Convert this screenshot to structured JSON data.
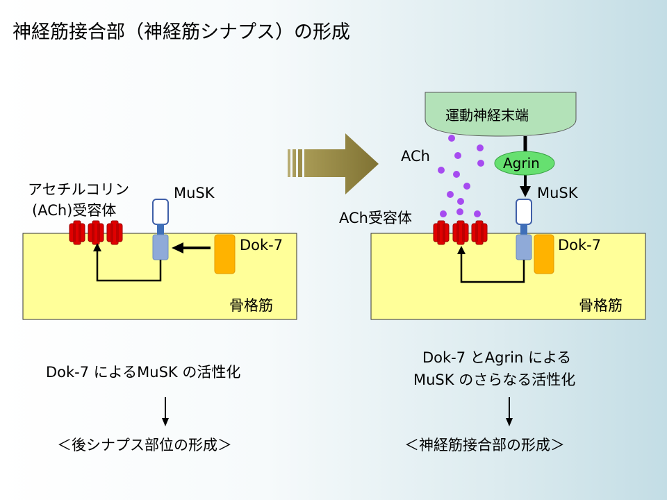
{
  "title": "神経筋接合部（神経筋シナプス）の形成",
  "left_panel": {
    "ach_receptor_label_line1": "アセチルコリン",
    "ach_receptor_label_line2": "(ACh)受容体",
    "musk_label": "MuSK",
    "dok7_label": "Dok-7",
    "muscle_label": "骨格筋",
    "caption": "Dok-7 によるMuSK の活性化",
    "result": "＜後シナプス部位の形成＞"
  },
  "right_panel": {
    "nerve_terminal_label": "運動神経末端",
    "ach_label": "ACh",
    "agrin_label": "Agrin",
    "musk_label": "MuSK",
    "ach_receptor_label": "ACh受容体",
    "dok7_label": "Dok-7",
    "muscle_label": "骨格筋",
    "caption_line1": "Dok-7 とAgrin による",
    "caption_line2": "MuSK のさらなる活性化",
    "result": "＜神経筋接合部の形成＞"
  },
  "colors": {
    "muscle_fill": "#ffff99",
    "receptor_red": "#e00000",
    "dok7_orange": "#ffb300",
    "musk_blue": "#8faad8",
    "nerve_green": "#b3e2b8",
    "agrin_green": "#66e070",
    "ach_purple": "#a64bf0",
    "transition_arrow": "#8c7f3e"
  }
}
